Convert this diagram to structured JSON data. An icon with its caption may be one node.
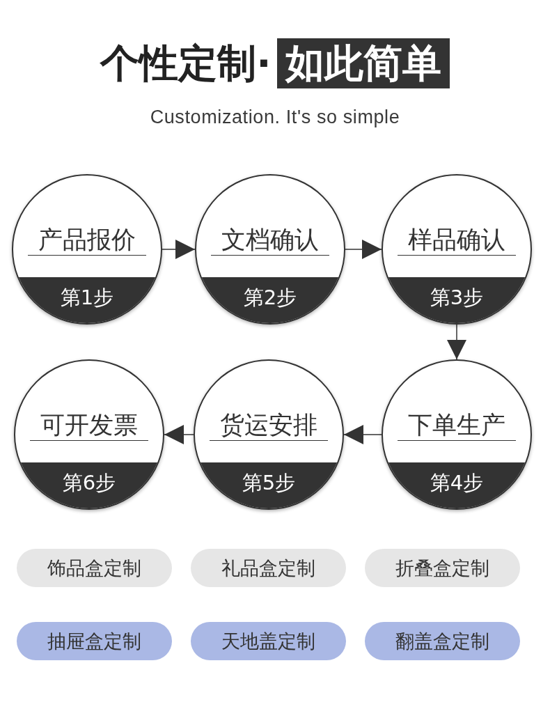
{
  "diagram": {
    "title": "个性定制·",
    "nodes": [
      {
        "text": [
          "如此简单"
        ]
      },
      {
        "text": [
          "产品报价",
          "第1步"
        ]
      },
      {
        "text": [
          "文档确认",
          "第2步"
        ]
      },
      {
        "text": [
          "样品确认",
          "第3步"
        ]
      },
      {
        "text": [
          "下单生产",
          "第4步"
        ]
      },
      {
        "text": [
          "货运安排",
          "第5步"
        ]
      },
      {
        "text": [
          "可开发票",
          "第6步"
        ]
      },
      {
        "text": [
          "饰品盒定制"
        ]
      },
      {
        "text": [
          "礼品盒定制"
        ]
      },
      {
        "text": [
          "折叠盒定制"
        ]
      },
      {
        "text": [
          "抽屉盒定制"
        ]
      },
      {
        "text": [
          "天地盖定制"
        ]
      },
      {
        "text": [
          "翻盖盒定制"
        ]
      }
    ],
    "edges": [
      {
        "from": 1,
        "to": 2,
        "arrow": "to"
      },
      {
        "from": 2,
        "to": 3,
        "arrow": "to"
      },
      {
        "from": 3,
        "to": 4,
        "arrow": "to"
      },
      {
        "from": 4,
        "to": 5,
        "arrow": "to"
      },
      {
        "from": 5,
        "to": 6,
        "arrow": "to"
      }
    ],
    "labels": [
      "Customization. It's so simple"
    ]
  }
}
